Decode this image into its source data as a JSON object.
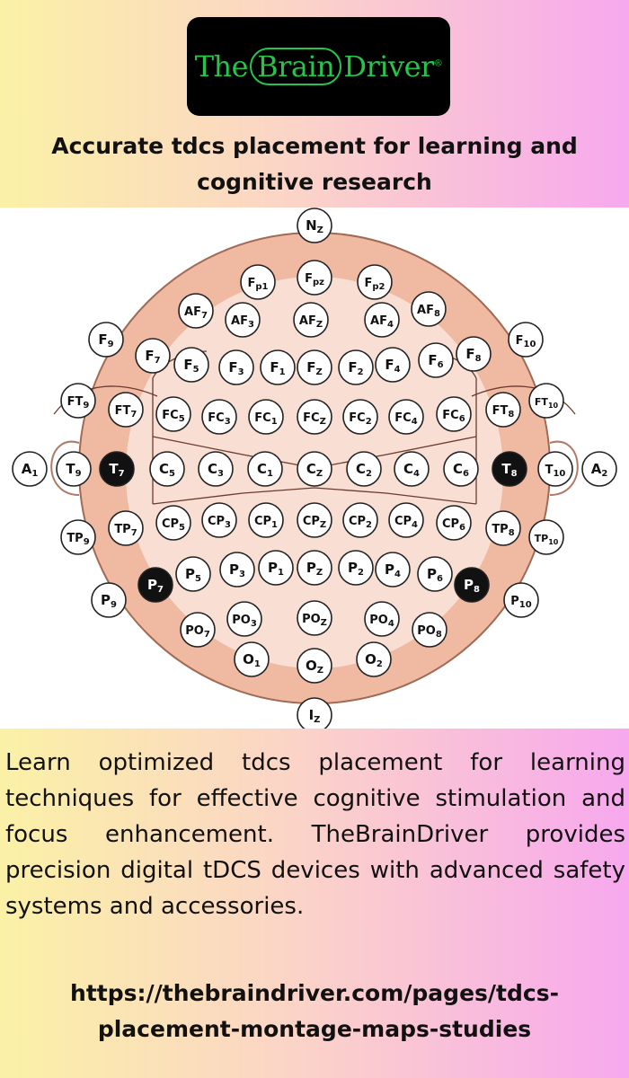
{
  "logo": {
    "text_pre": "The",
    "text_brain": "Brain",
    "text_post": "Driver",
    "trademark": "®",
    "color": "#27c44a"
  },
  "headline": "Accurate tdcs placement for learning and cognitive research",
  "diagram": {
    "head_fill": "#f0b9a2",
    "highlight_fill": "#111111",
    "electrodes": [
      {
        "main": "N",
        "sub": "Z"
      },
      {
        "main": "F",
        "sub": "p1"
      },
      {
        "main": "F",
        "sub": "pz"
      },
      {
        "main": "F",
        "sub": "p2"
      },
      {
        "main": "AF",
        "sub": "7"
      },
      {
        "main": "AF",
        "sub": "3"
      },
      {
        "main": "AF",
        "sub": "Z"
      },
      {
        "main": "AF",
        "sub": "4"
      },
      {
        "main": "AF",
        "sub": "8"
      },
      {
        "main": "F",
        "sub": "9"
      },
      {
        "main": "F",
        "sub": "7"
      },
      {
        "main": "F",
        "sub": "5"
      },
      {
        "main": "F",
        "sub": "3"
      },
      {
        "main": "F",
        "sub": "1"
      },
      {
        "main": "F",
        "sub": "Z"
      },
      {
        "main": "F",
        "sub": "2"
      },
      {
        "main": "F",
        "sub": "4"
      },
      {
        "main": "F",
        "sub": "6"
      },
      {
        "main": "F",
        "sub": "8"
      },
      {
        "main": "F",
        "sub": "10"
      },
      {
        "main": "FT",
        "sub": "9"
      },
      {
        "main": "FT",
        "sub": "7"
      },
      {
        "main": "FC",
        "sub": "5"
      },
      {
        "main": "FC",
        "sub": "3"
      },
      {
        "main": "FC",
        "sub": "1"
      },
      {
        "main": "FC",
        "sub": "Z"
      },
      {
        "main": "FC",
        "sub": "2"
      },
      {
        "main": "FC",
        "sub": "4"
      },
      {
        "main": "FC",
        "sub": "6"
      },
      {
        "main": "FT",
        "sub": "8"
      },
      {
        "main": "FT",
        "sub": "10"
      },
      {
        "main": "A",
        "sub": "1"
      },
      {
        "main": "T",
        "sub": "9"
      },
      {
        "main": "T",
        "sub": "7",
        "hl": true
      },
      {
        "main": "C",
        "sub": "5"
      },
      {
        "main": "C",
        "sub": "3"
      },
      {
        "main": "C",
        "sub": "1"
      },
      {
        "main": "C",
        "sub": "Z"
      },
      {
        "main": "C",
        "sub": "2"
      },
      {
        "main": "C",
        "sub": "4"
      },
      {
        "main": "C",
        "sub": "6"
      },
      {
        "main": "T",
        "sub": "8",
        "hl": true
      },
      {
        "main": "T",
        "sub": "10"
      },
      {
        "main": "A",
        "sub": "2"
      },
      {
        "main": "TP",
        "sub": "9"
      },
      {
        "main": "TP",
        "sub": "7"
      },
      {
        "main": "CP",
        "sub": "5"
      },
      {
        "main": "CP",
        "sub": "3"
      },
      {
        "main": "CP",
        "sub": "1"
      },
      {
        "main": "CP",
        "sub": "Z"
      },
      {
        "main": "CP",
        "sub": "2"
      },
      {
        "main": "CP",
        "sub": "4"
      },
      {
        "main": "CP",
        "sub": "6"
      },
      {
        "main": "TP",
        "sub": "8"
      },
      {
        "main": "TP",
        "sub": "10"
      },
      {
        "main": "P",
        "sub": "7",
        "hl": true
      },
      {
        "main": "P",
        "sub": "5"
      },
      {
        "main": "P",
        "sub": "3"
      },
      {
        "main": "P",
        "sub": "1"
      },
      {
        "main": "P",
        "sub": "Z"
      },
      {
        "main": "P",
        "sub": "2"
      },
      {
        "main": "P",
        "sub": "4"
      },
      {
        "main": "P",
        "sub": "6"
      },
      {
        "main": "P",
        "sub": "8",
        "hl": true
      },
      {
        "main": "P",
        "sub": "9"
      },
      {
        "main": "P",
        "sub": "10"
      },
      {
        "main": "PO",
        "sub": "7"
      },
      {
        "main": "PO",
        "sub": "3"
      },
      {
        "main": "PO",
        "sub": "Z"
      },
      {
        "main": "PO",
        "sub": "4"
      },
      {
        "main": "PO",
        "sub": "8"
      },
      {
        "main": "O",
        "sub": "1"
      },
      {
        "main": "O",
        "sub": "Z"
      },
      {
        "main": "O",
        "sub": "2"
      },
      {
        "main": "I",
        "sub": "Z"
      }
    ]
  },
  "description": "Learn optimized tdcs placement for learning techniques for effective cognitive stimulation and focus enhancement. TheBrainDriver provides precision digital tDCS devices with advanced safety systems and accessories.",
  "url": "https://thebraindriver.com/pages/tdcs-placement-montage-maps-studies"
}
